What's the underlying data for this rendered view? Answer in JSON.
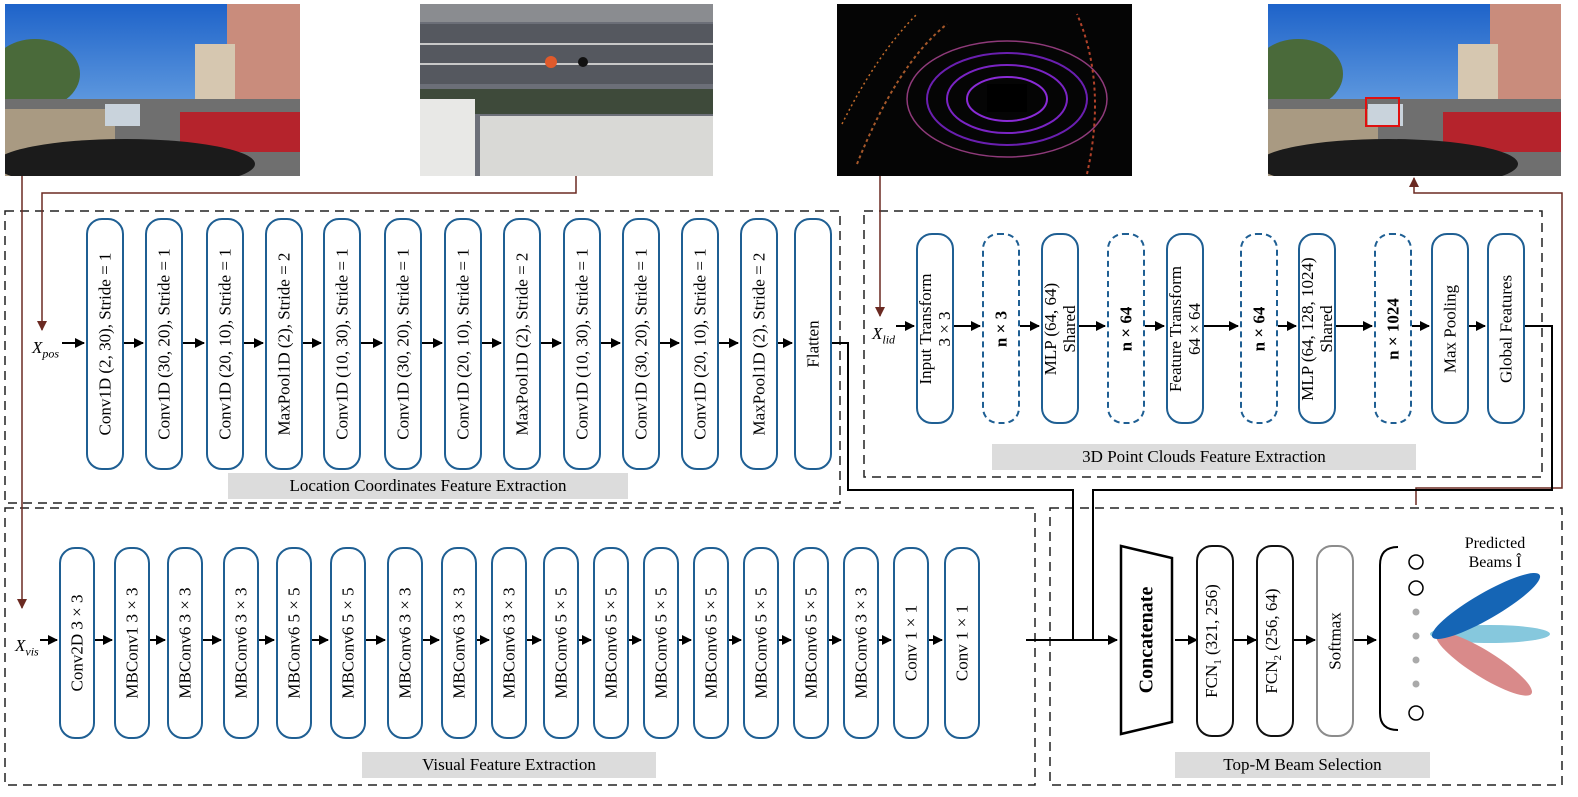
{
  "images": {
    "camera_left": "street-camera-image",
    "aerial": "aerial-gps-image",
    "lidar": "lidar-point-cloud-image",
    "camera_right": "street-camera-detected-image"
  },
  "location": {
    "input": "X",
    "input_sub": "pos",
    "caption": "Location Coordinates Feature Extraction",
    "layers": [
      "Conv1D (2, 30), Stride = 1",
      "Conv1D (30, 20), Stride = 1",
      "Conv1D (20, 10), Stride = 1",
      "MaxPool1D (2), Stride = 2",
      "Conv1D (10, 30), Stride = 1",
      "Conv1D (30, 20), Stride = 1",
      "Conv1D (20, 10), Stride = 1",
      "MaxPool1D (2), Stride = 2",
      "Conv1D (10, 30), Stride = 1",
      "Conv1D (30, 20), Stride = 1",
      "Conv1D (20, 10), Stride = 1",
      "MaxPool1D (2), Stride = 2",
      "Flatten"
    ]
  },
  "lidar": {
    "input": "X",
    "input_sub": "lid",
    "caption": "3D Point Clouds Feature Extraction",
    "layers": [
      {
        "line1": "Input Transform",
        "line2": "3 × 3",
        "style": "solid"
      },
      {
        "line1": "n × 3",
        "line2": "",
        "style": "dashed",
        "bold": true
      },
      {
        "line1": "MLP (64, 64)",
        "line2": "Shared",
        "style": "solid"
      },
      {
        "line1": "n × 64",
        "line2": "",
        "style": "dashed",
        "bold": true
      },
      {
        "line1": "Feature Transform",
        "line2": "64 × 64",
        "style": "solid"
      },
      {
        "line1": "n   × 64",
        "line2": "",
        "style": "dashed",
        "bold": true
      },
      {
        "line1": "MLP (64, 128, 1024)",
        "line2": "Shared",
        "style": "solid"
      },
      {
        "line1": "n × 1024",
        "line2": "",
        "style": "dashed",
        "bold": true
      },
      {
        "line1": "Max Pooling",
        "line2": "",
        "style": "solid"
      },
      {
        "line1": "Global Features",
        "line2": "",
        "style": "solid"
      }
    ]
  },
  "visual": {
    "input": "X",
    "input_sub": "vis",
    "caption": "Visual Feature Extraction",
    "layers": [
      "Conv2D 3 × 3",
      "MBConv1 3 × 3",
      "MBConv6 3 × 3",
      "MBConv6 3 × 3",
      "MBConv6 5 × 5",
      "MBConv6 5 × 5",
      "MBConv6 3 × 3",
      "MBConv6 3 × 3",
      "MBConv6 3 × 3",
      "MBConv6 5 × 5",
      "MBConv6 5 × 5",
      "MBConv6 5 × 5",
      "MBConv6 5 × 5",
      "MBConv6 5 × 5",
      "MBConv6 5 × 5",
      "MBConv6 3 × 3",
      "Conv 1 × 1",
      "Conv 1 × 1"
    ]
  },
  "beam": {
    "caption": "Top-M Beam Selection",
    "concat": "Concatenate",
    "fcn1": "FCN",
    "fcn1_sub": "1",
    "fcn1_args": " (321, 256)",
    "fcn2": "FCN",
    "fcn2_sub": "2",
    "fcn2_args": " (256, 64)",
    "softmax": "Softmax",
    "predicted_line1": "Predicted",
    "predicted_line2": "Beams Î",
    "colors": {
      "beam_dark": "#1565b5",
      "beam_light": "#86c8dd",
      "beam_red": "#d98a8a"
    }
  },
  "colors": {
    "accent_blue": "#1f5f93",
    "arrow_brown": "#6b2a22",
    "caption_bg": "#dcdcdc"
  }
}
